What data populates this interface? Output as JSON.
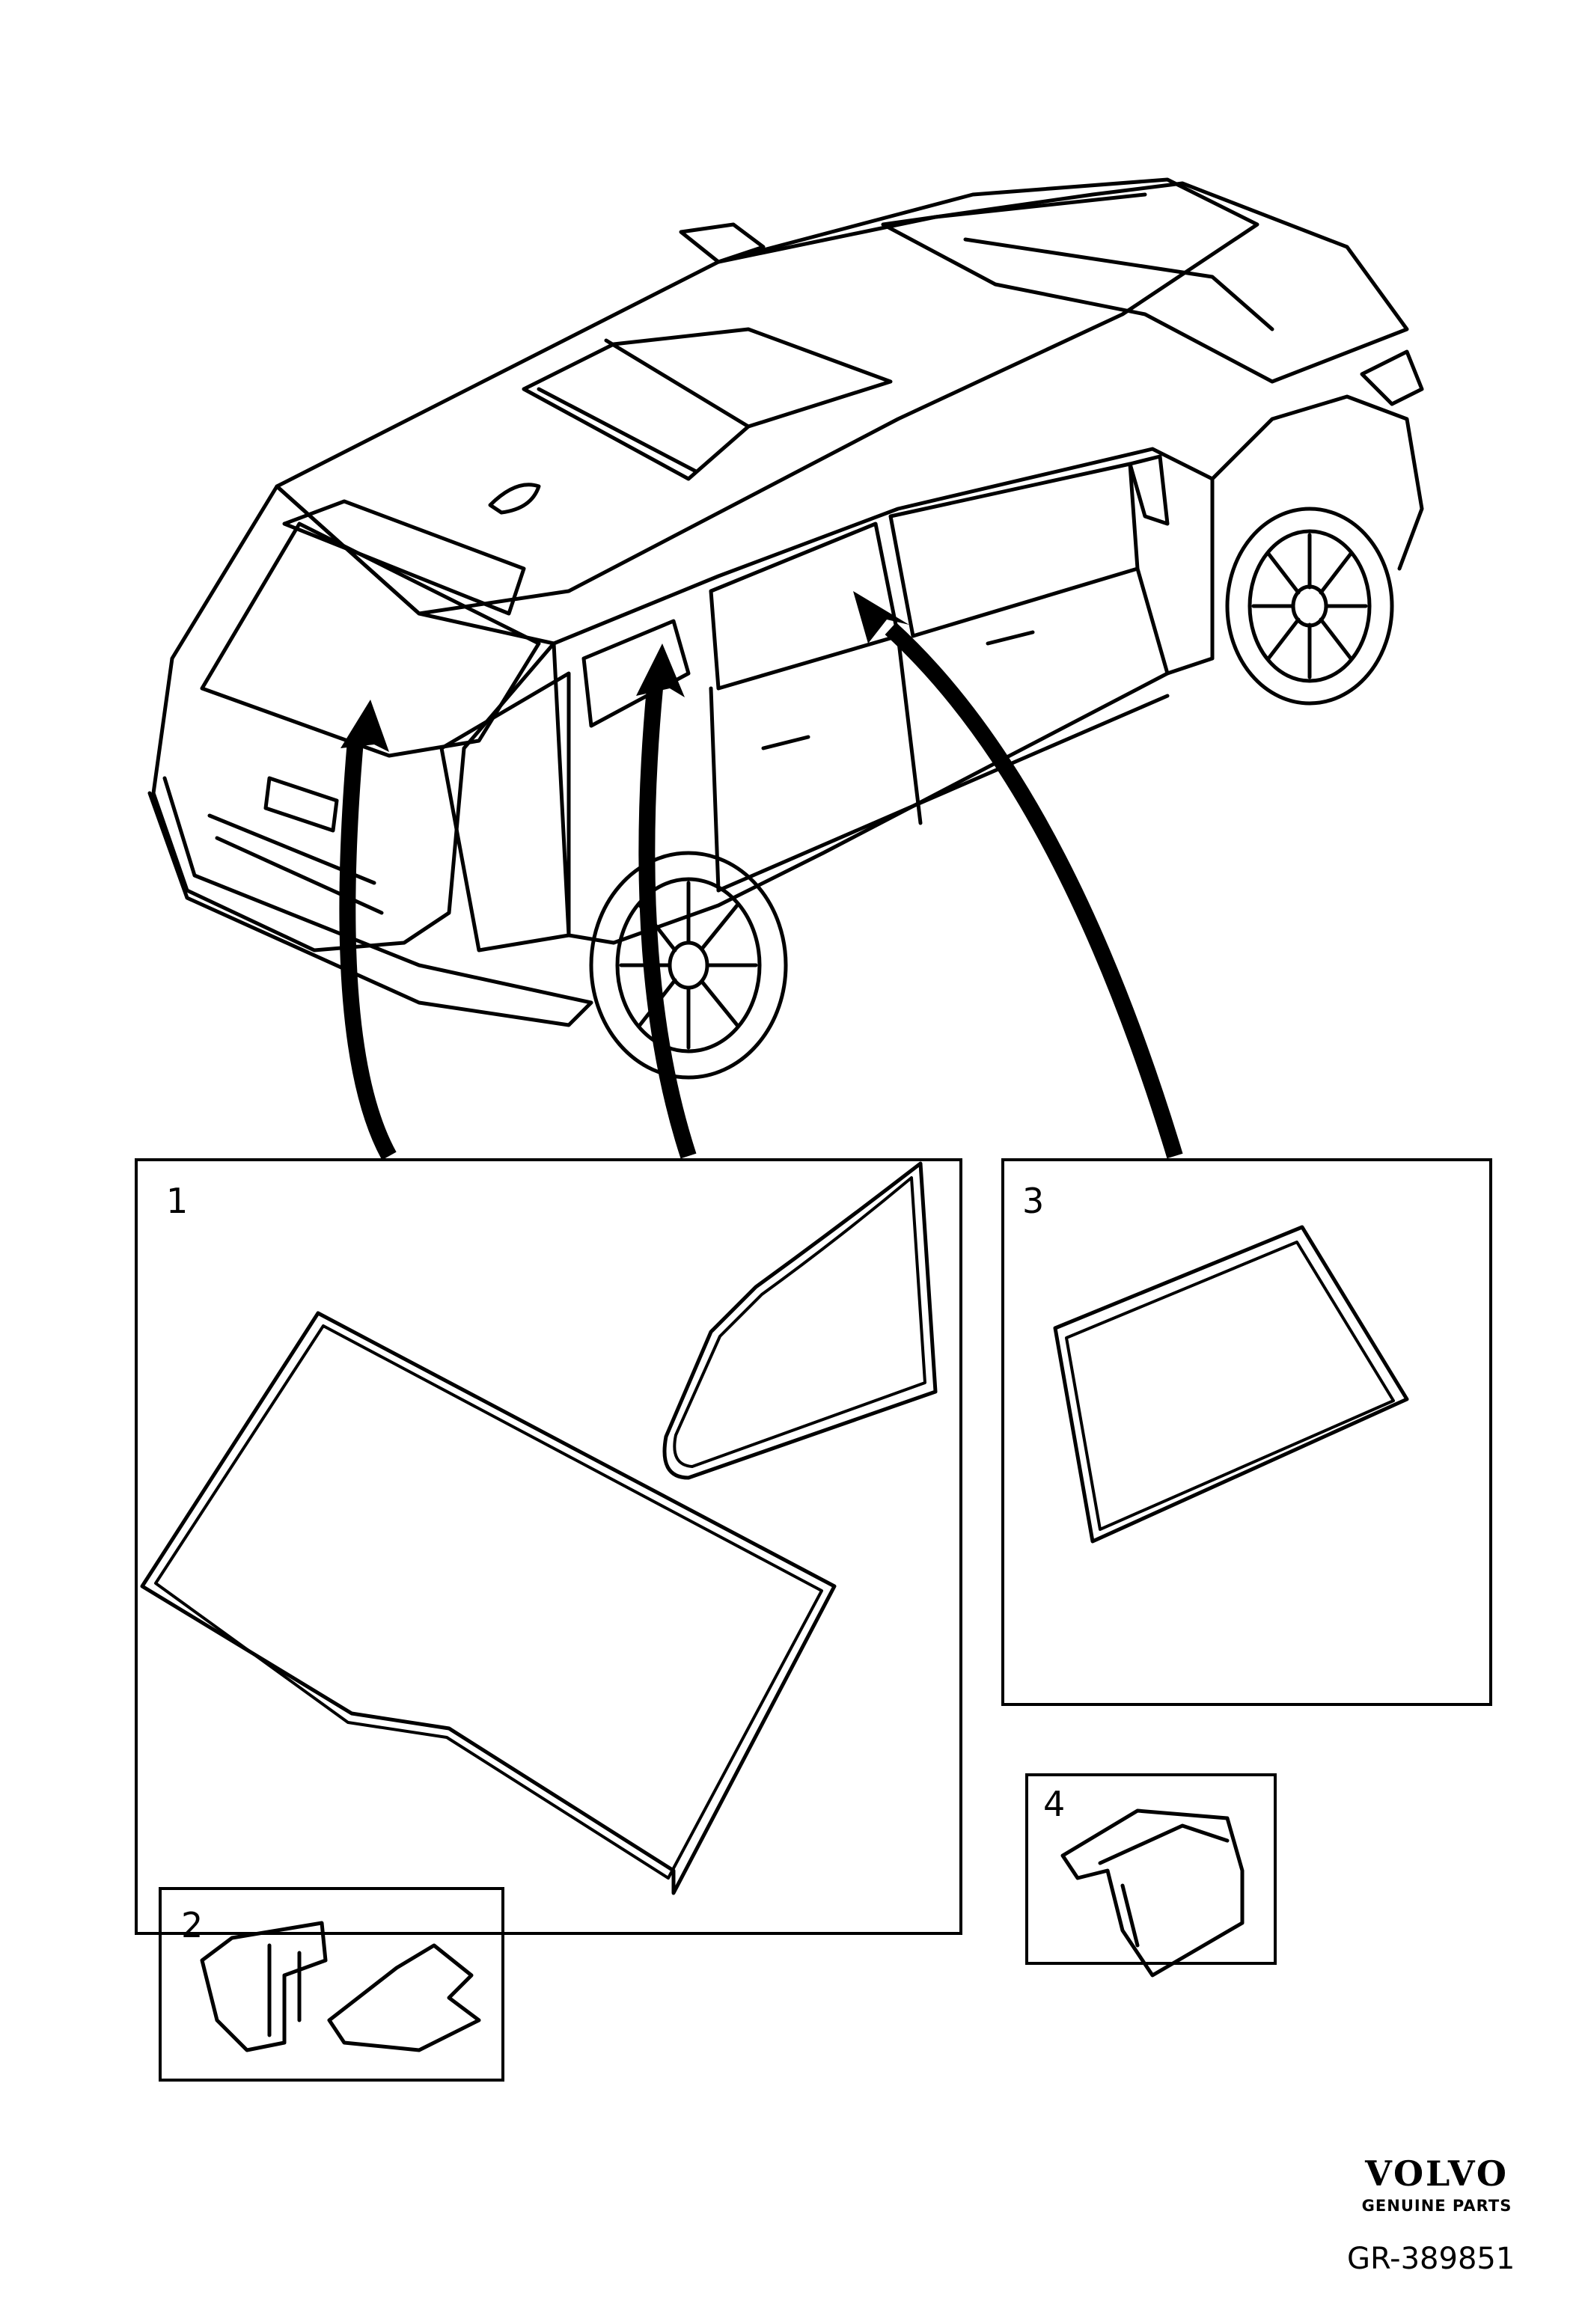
{
  "diagram": {
    "callouts": [
      {
        "id": "1",
        "label": "1"
      },
      {
        "id": "2",
        "label": "2"
      },
      {
        "id": "3",
        "label": "3"
      },
      {
        "id": "4",
        "label": "4"
      }
    ]
  },
  "footer": {
    "brand_name": "VOLVO",
    "brand_sub": "GENUINE PARTS",
    "reference": "GR-389851"
  }
}
